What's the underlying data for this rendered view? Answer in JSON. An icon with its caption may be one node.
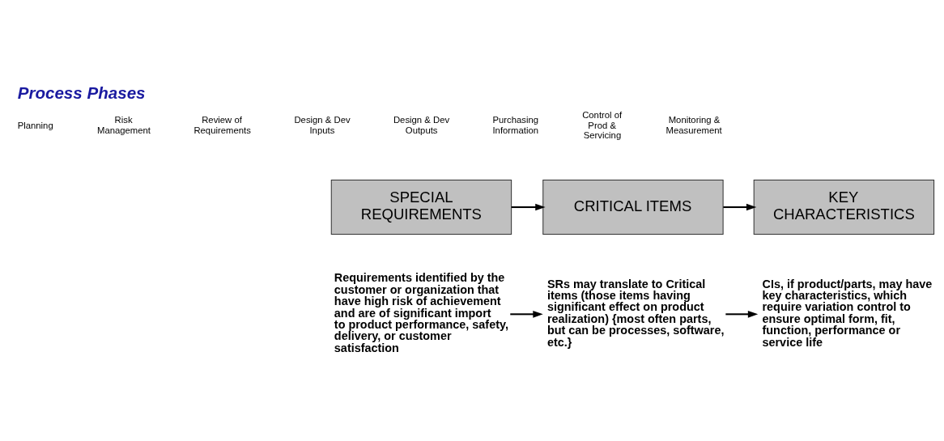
{
  "diagram": {
    "title": "Process Phases",
    "nodes": [
      {
        "text": [
          "SPECIAL REQUIREMENTS"
        ]
      },
      {
        "text": [
          "CRITICAL ITEMS"
        ]
      },
      {
        "text": [
          "KEY CHARACTERISTICS"
        ]
      },
      {
        "text": [
          "Requirements identified by the customer or organization that have high risk of achievement and are of significant import to product performance, safety, delivery, or customer satisfaction"
        ]
      },
      {
        "text": [
          "SRs may translate to Critical items (those items having significant effect on product realization) {most often parts, but can be processes, software, etc.}"
        ]
      },
      {
        "text": [
          "CIs, if product/parts, may have key characteristics, which require variation control to ensure optimal form, fit, function, performance or service life"
        ]
      }
    ],
    "edges": [
      {
        "from": 0,
        "to": 1,
        "arrow": "to"
      },
      {
        "from": 1,
        "to": 2,
        "arrow": "to"
      },
      {
        "from": 3,
        "to": 4,
        "arrow": "to"
      },
      {
        "from": 4,
        "to": 5,
        "arrow": "to"
      }
    ],
    "labels": [
      "Planning",
      "Risk Management",
      "Review of Requirements",
      "Design & Dev Inputs",
      "Design & Dev Outputs",
      "Purchasing Information",
      "Control of Prod & Servicing",
      "Monitoring & Measurement"
    ]
  }
}
